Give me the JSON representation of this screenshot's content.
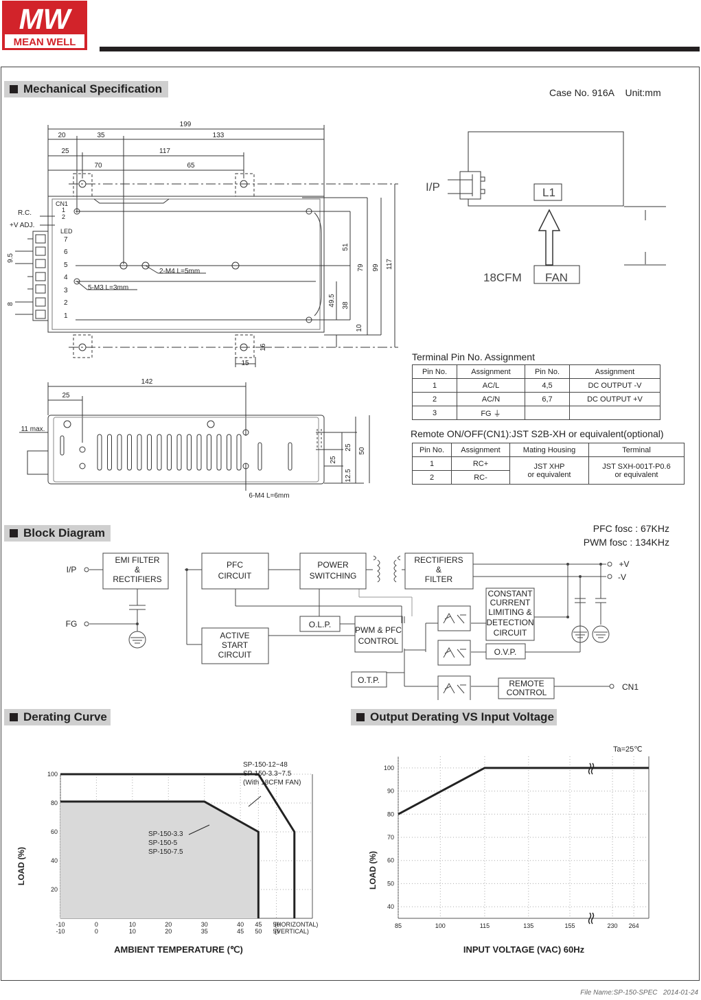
{
  "brand": {
    "logo_text": "MW",
    "name": "MEAN WELL",
    "color": "#d2232a"
  },
  "footer": {
    "file_name": "File Name:SP-150-SPEC",
    "date": "2014-01-24"
  },
  "sections": {
    "mechanical": "Mechanical Specification",
    "block": "Block Diagram",
    "derating": "Derating Curve",
    "output_derating": "Output Derating VS Input Voltage"
  },
  "mechanical": {
    "case_no": "Case No. 916A",
    "unit": "Unit:mm",
    "top_dims": [
      "199",
      "20",
      "35",
      "133",
      "25",
      "117",
      "70",
      "65"
    ],
    "side_dims": [
      "51",
      "79",
      "99",
      "117",
      "49.5",
      "38",
      "10",
      "16",
      "15"
    ],
    "pitch_dims": [
      "9.5",
      "8"
    ],
    "labels": {
      "rc": "R.C.",
      "vadj": "+V ADJ.",
      "cn1": "CN1",
      "led": "LED",
      "m4": "2-M4 L=5mm",
      "m3": "5-M3 L=3mm",
      "m4b": "6-M4 L=6mm",
      "max": "11 max."
    },
    "terminal_numbers": [
      "7",
      "6",
      "5",
      "4",
      "3",
      "2",
      "1"
    ],
    "cn1_pins": [
      "1",
      "2"
    ],
    "side_view_dims": [
      "142",
      "25",
      "25",
      "25",
      "50",
      "12.5"
    ],
    "airflow": {
      "ip": "I/P",
      "l1": "L1",
      "cfm": "18CFM",
      "fan": "FAN"
    }
  },
  "terminal_table": {
    "title": "Terminal Pin No.  Assignment",
    "headers": [
      "Pin No.",
      "Assignment",
      "Pin No.",
      "Assignment"
    ],
    "rows": [
      [
        "1",
        "AC/L",
        "4,5",
        "DC OUTPUT -V"
      ],
      [
        "2",
        "AC/N",
        "6,7",
        "DC OUTPUT +V"
      ],
      [
        "3",
        "FG ⏚",
        "",
        ""
      ]
    ]
  },
  "remote_table": {
    "title": "Remote ON/OFF(CN1):JST S2B-XH or equivalent(optional)",
    "headers": [
      "Pin No.",
      "Assignment",
      "Mating Housing",
      "Terminal"
    ],
    "rows": [
      [
        "1",
        "RC+"
      ],
      [
        "2",
        "RC-"
      ]
    ],
    "housing": [
      "JST XHP",
      "or equivalent"
    ],
    "terminal": [
      "JST SXH-001T-P0.6",
      "or equivalent"
    ]
  },
  "block": {
    "pfc_fosc": "PFC fosc : 67KHz",
    "pwm_fosc": "PWM fosc : 134KHz",
    "ip": "I/P",
    "fg": "FG",
    "vplus": "+V",
    "vminus": "-V",
    "cn1": "CN1",
    "emi": [
      "EMI FILTER",
      "&",
      "RECTIFIERS"
    ],
    "pfc": [
      "PFC",
      "CIRCUIT"
    ],
    "power": [
      "POWER",
      "SWITCHING"
    ],
    "rect": [
      "RECTIFIERS",
      "&",
      "FILTER"
    ],
    "active": [
      "ACTIVE",
      "START",
      "CIRCUIT"
    ],
    "olp": "O.L.P.",
    "pwm": [
      "PWM & PFC",
      "CONTROL"
    ],
    "ccl": [
      "CONSTANT",
      "CURRENT",
      "LIMITING &",
      "DETECTION",
      "CIRCUIT"
    ],
    "ovp": "O.V.P.",
    "otp": "O.T.P.",
    "remote": [
      "REMOTE",
      "CONTROL"
    ]
  },
  "chart_data": [
    {
      "type": "line",
      "title": "",
      "xlabel": "AMBIENT TEMPERATURE (℃)",
      "ylabel": "LOAD (%)",
      "x_ticks_horizontal": [
        "-10",
        "0",
        "10",
        "20",
        "30",
        "40",
        "45",
        "50"
      ],
      "x_ticks_vertical": [
        "-10",
        "0",
        "10",
        "20",
        "35",
        "45",
        "50",
        "55"
      ],
      "x_tick_suffix": [
        "(HORIZONTAL)",
        "(VERTICAL)"
      ],
      "y_ticks": [
        "20",
        "40",
        "60",
        "80",
        "100"
      ],
      "ylim": [
        0,
        100
      ],
      "series": [
        {
          "name": "SP-150-12~48 / SP-150-3.3~7.5 (With 18CFM FAN)",
          "label": [
            "SP-150-12~48",
            "SP-150-3.3~7.5",
            "(With 18CFM FAN)"
          ],
          "x": [
            -10,
            45,
            55,
            55
          ],
          "y": [
            100,
            100,
            60,
            0
          ]
        },
        {
          "name": "SP-150-3.3 / SP-150-5 / SP-150-7.5",
          "label": [
            "SP-150-3.3",
            "SP-150-5",
            "SP-150-7.5"
          ],
          "x": [
            -10,
            30,
            45,
            45
          ],
          "y": [
            81,
            81,
            60,
            0
          ]
        }
      ]
    },
    {
      "type": "line",
      "title": "",
      "annotation": "Ta=25℃",
      "xlabel": "INPUT VOLTAGE (VAC) 60Hz",
      "ylabel": "LOAD (%)",
      "x_ticks": [
        "85",
        "100",
        "115",
        "135",
        "155",
        "230",
        "264"
      ],
      "y_ticks": [
        "40",
        "50",
        "60",
        "70",
        "80",
        "90",
        "100"
      ],
      "ylim": [
        35,
        105
      ],
      "series": [
        {
          "x": [
            "85",
            "115",
            "230",
            "264"
          ],
          "y": [
            80,
            100,
            100,
            100
          ]
        }
      ]
    }
  ]
}
